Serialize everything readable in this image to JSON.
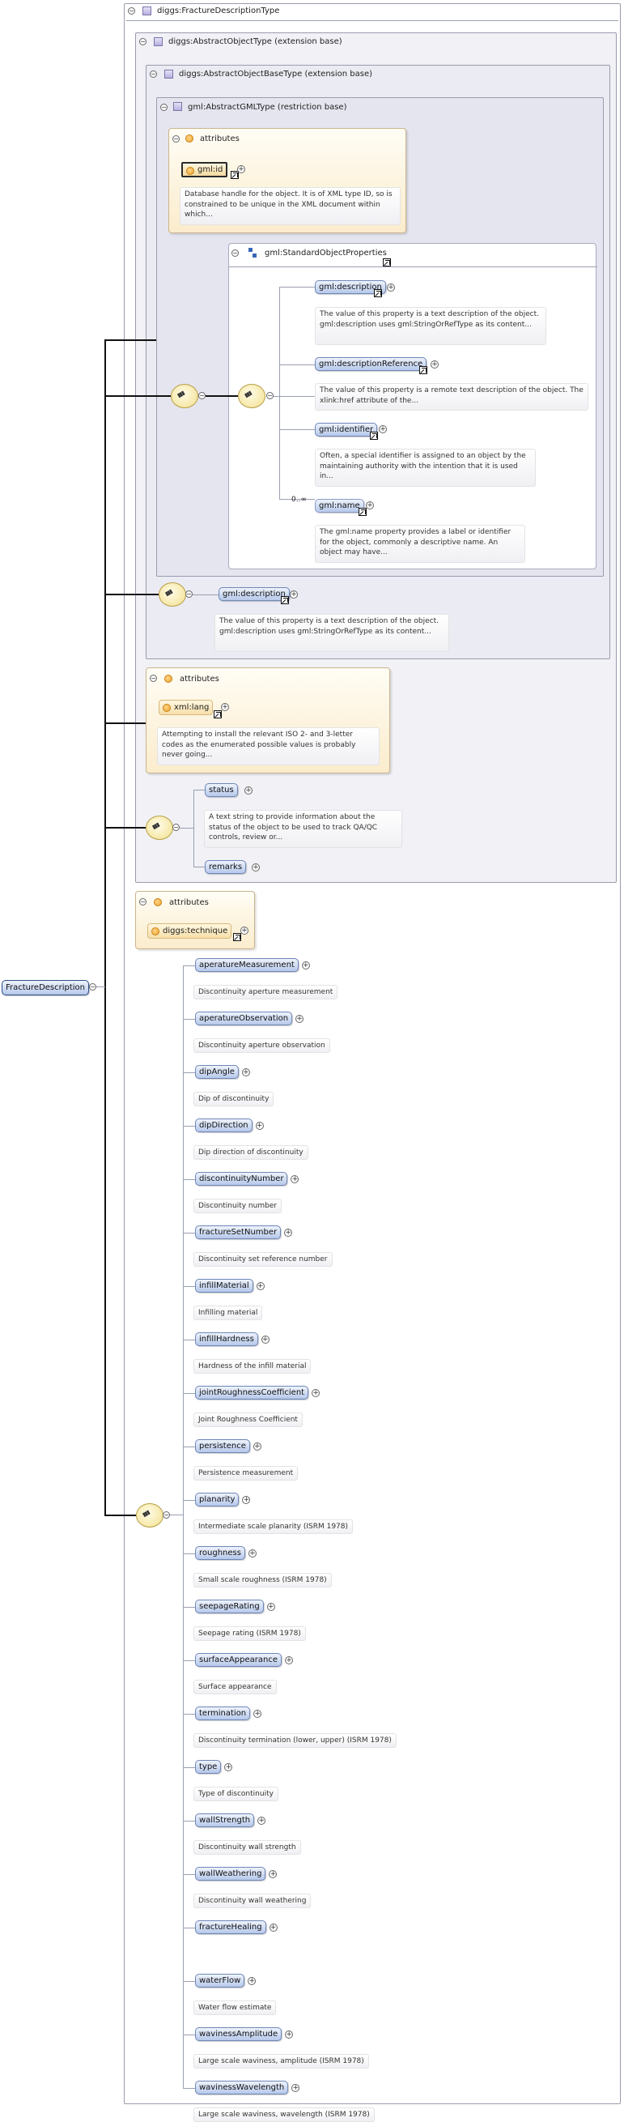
{
  "root": {
    "label": "FractureDescription"
  },
  "types": {
    "fracture": "diggs:FractureDescriptionType",
    "abstract_object": "diggs:AbstractObjectType (extension base)",
    "abstract_object_base": "diggs:AbstractObjectBaseType (extension base)",
    "abstract_gml": "gml:AbstractGMLType (restriction base)",
    "std_props": "gml:StandardObjectProperties"
  },
  "labels": {
    "attributes": "attributes",
    "multiplicity": "0..∞"
  },
  "gml_attrs": {
    "id_label": "gml:id",
    "id_doc": "Database handle for the object. It is of XML type ID, so is constrained to be unique in the XML document within which..."
  },
  "std_elements": [
    {
      "label": "gml:description",
      "doc": "The value of this property is a text description of the object. gml:description uses gml:StringOrRefType as its content..."
    },
    {
      "label": "gml:descriptionReference",
      "doc": "The value of this property is a remote text description of the object. The xlink:href attribute of the..."
    },
    {
      "label": "gml:identifier",
      "doc": "Often, a special identifier is assigned to an object by the maintaining authority with the intention that it is used in..."
    },
    {
      "label": "gml:name",
      "doc": "The gml:name property provides a label or identifier for the object, commonly a descriptive name. An object may have..."
    }
  ],
  "base_desc": {
    "label": "gml:description",
    "doc": "The value of this property is a text description of the object. gml:description uses gml:StringOrRefType as its content..."
  },
  "lang_attr": {
    "label": "xml:lang",
    "doc": "Attempting to install the relevant ISO 2- and 3-letter codes as the enumerated possible values is probably never going..."
  },
  "status": {
    "label": "status",
    "doc": "A text string to provide information about the status of the object to be used to track QA/QC controls, review or..."
  },
  "remarks": {
    "label": "remarks"
  },
  "technique": {
    "label": "diggs:technique"
  },
  "elements": [
    {
      "label": "aperatureMeasurement",
      "doc": "Discontinuity aperture measurement"
    },
    {
      "label": "aperatureObservation",
      "doc": "Discontinuity aperture observation"
    },
    {
      "label": "dipAngle",
      "doc": "Dip of discontinuity"
    },
    {
      "label": "dipDirection",
      "doc": "Dip direction of discontinuity"
    },
    {
      "label": "discontinuityNumber",
      "doc": "Discontinuity number"
    },
    {
      "label": "fractureSetNumber",
      "doc": "Discontinuity set reference number"
    },
    {
      "label": "infillMaterial",
      "doc": "Infilling material"
    },
    {
      "label": "infillHardness",
      "doc": "Hardness of the infill material"
    },
    {
      "label": "jointRoughnessCoefficient",
      "doc": "Joint Roughness Coefficient"
    },
    {
      "label": "persistence",
      "doc": "Persistence measurement"
    },
    {
      "label": "planarity",
      "doc": "Intermediate scale planarity (ISRM 1978)"
    },
    {
      "label": "roughness",
      "doc": "Small scale roughness (ISRM 1978)"
    },
    {
      "label": "seepageRating",
      "doc": "Seepage rating (ISRM 1978)"
    },
    {
      "label": "surfaceAppearance",
      "doc": "Surface appearance"
    },
    {
      "label": "termination",
      "doc": "Discontinuity termination (lower, upper) (ISRM 1978)"
    },
    {
      "label": "type",
      "doc": "Type of discontinuity"
    },
    {
      "label": "wallStrength",
      "doc": "Discontinuity wall strength"
    },
    {
      "label": "wallWeathering",
      "doc": "Discontinuity wall weathering"
    },
    {
      "label": "fractureHealing",
      "doc": ""
    },
    {
      "label": "waterFlow",
      "doc": "Water flow estimate"
    },
    {
      "label": "wavinessAmplitude",
      "doc": "Large scale waviness, amplitude (ISRM 1978)"
    },
    {
      "label": "wavinessWavelength",
      "doc": "Large scale waviness, wavelength (ISRM 1978)"
    }
  ]
}
